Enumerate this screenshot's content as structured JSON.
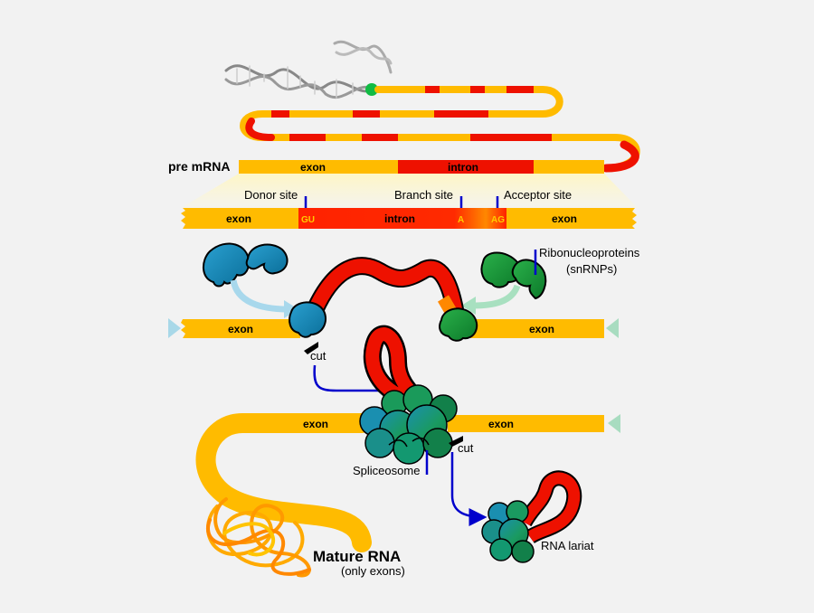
{
  "labels": {
    "pre_mrna": "pre mRNA",
    "exon": "exon",
    "intron": "intron",
    "donor_site": "Donor site",
    "branch_site": "Branch site",
    "acceptor_site": "Acceptor site",
    "gu": "GU",
    "a": "A",
    "ag": "AG",
    "rnp_line1": "Ribonucleoproteins",
    "rnp_line2": "(snRNPs)",
    "cut": "cut",
    "spliceosome": "Spliceosome",
    "rna_lariat": "RNA lariat",
    "mature_rna": "Mature RNA",
    "mature_rna_sub": "(only exons)"
  },
  "colors": {
    "exon": "#ffbb00",
    "intron": "#ee1100",
    "snrnp_blue": "#1a8fc0",
    "snrnp_green": "#1a9a3a",
    "marker": "#0000cc",
    "pointer": "#22aa44",
    "dna": "#777777"
  }
}
